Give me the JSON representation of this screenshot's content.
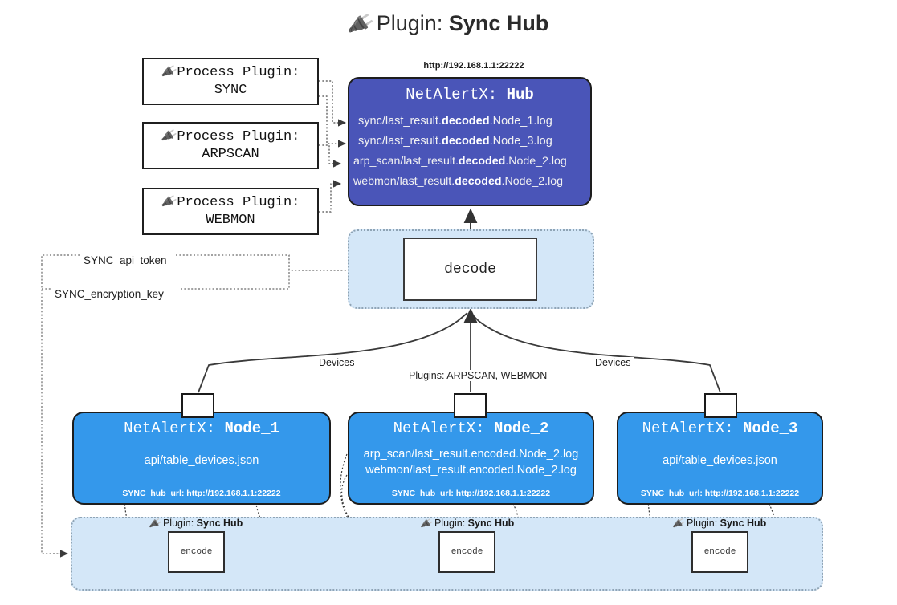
{
  "title": {
    "icon": "plug-icon",
    "prefix": "Plugin: ",
    "name": "Sync Hub"
  },
  "process_plugins": [
    {
      "icon": "plug-icon",
      "label": "Process Plugin:",
      "name": "SYNC"
    },
    {
      "icon": "plug-icon",
      "label": "Process Plugin:",
      "name": "ARPSCAN"
    },
    {
      "icon": "plug-icon",
      "label": "Process Plugin:",
      "name": "WEBMON"
    }
  ],
  "hub": {
    "url": "http://192.168.1.1:22222",
    "title_prefix": "NetAlertX: ",
    "title_name": "Hub",
    "logs": [
      {
        "pre": "sync/last_result.",
        "em": "decoded",
        "post": ".Node_1.log"
      },
      {
        "pre": "sync/last_result.",
        "em": "decoded",
        "post": ".Node_3.log"
      },
      {
        "pre": "arp_scan/last_result.",
        "em": "decoded",
        "post": ".Node_2.log"
      },
      {
        "pre": "webmon/last_result.",
        "em": "decoded",
        "post": ".Node_2.log"
      }
    ]
  },
  "decode": {
    "label": "decode"
  },
  "tokens": {
    "api_token": "SYNC_api_token",
    "encryption_key": "SYNC_encryption_key"
  },
  "edge_labels": {
    "devices_left": "Devices",
    "devices_right": "Devices",
    "plugins_center": "Plugins: ARPSCAN, WEBMON"
  },
  "nodes": [
    {
      "title_prefix": "NetAlertX: ",
      "title_name": "Node_1",
      "lines": [
        "api/table_devices.json"
      ],
      "footer": "SYNC_hub_url: http://192.168.1.1:22222",
      "icon": "envelope-icon"
    },
    {
      "title_prefix": "NetAlertX: ",
      "title_name": "Node_2",
      "lines": [
        "arp_scan/last_result.encoded.Node_2.log",
        "webmon/last_result.encoded.Node_2.log"
      ],
      "footer": "SYNC_hub_url: http://192.168.1.1:22222",
      "icon": "envelope-icon"
    },
    {
      "title_prefix": "NetAlertX: ",
      "title_name": "Node_3",
      "lines": [
        "api/table_devices.json"
      ],
      "footer": "SYNC_hub_url: http://192.168.1.1:22222",
      "icon": "envelope-icon"
    }
  ],
  "encoders": [
    {
      "plugin_prefix": "Plugin: ",
      "plugin_name": "Sync Hub",
      "label": "encode"
    },
    {
      "plugin_prefix": "Plugin: ",
      "plugin_name": "Sync Hub",
      "label": "encode"
    },
    {
      "plugin_prefix": "Plugin: ",
      "plugin_name": "Sync Hub",
      "label": "encode"
    }
  ],
  "colors": {
    "hub_fill": "#4a55b8",
    "node_fill": "#3498eb",
    "container_fill": "#d4e7f8",
    "stroke": "#1d1d1d",
    "dotted_stroke": "#8fa4b5"
  }
}
